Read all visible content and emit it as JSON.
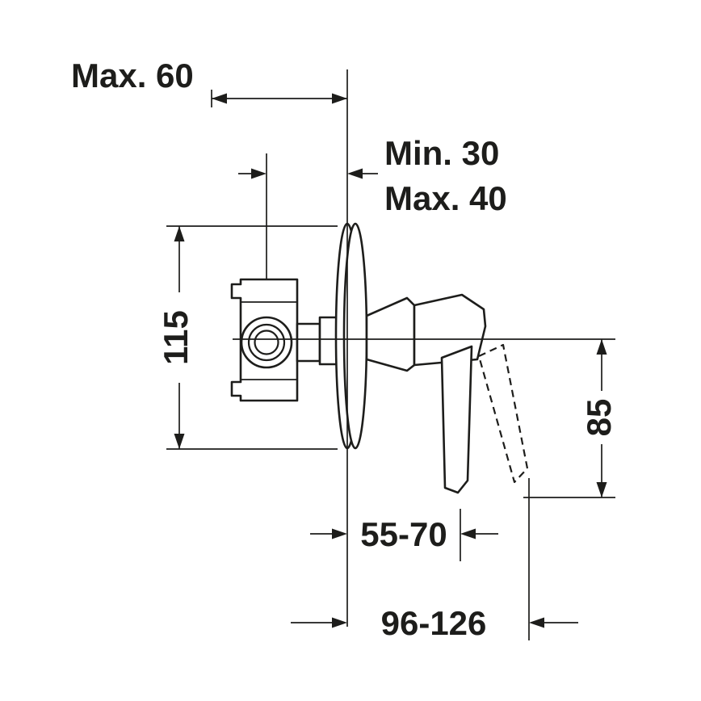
{
  "colors": {
    "line": "#1d1d1b",
    "background": "#ffffff"
  },
  "dimensions": {
    "max_installation_depth": "Max. 60",
    "min_wall_distance": "Min. 30",
    "max_wall_distance": "Max. 40",
    "rosette_height": "115",
    "lever_projection": "85",
    "handle_offset_range": "55-70",
    "total_projection_range": "96-126"
  }
}
